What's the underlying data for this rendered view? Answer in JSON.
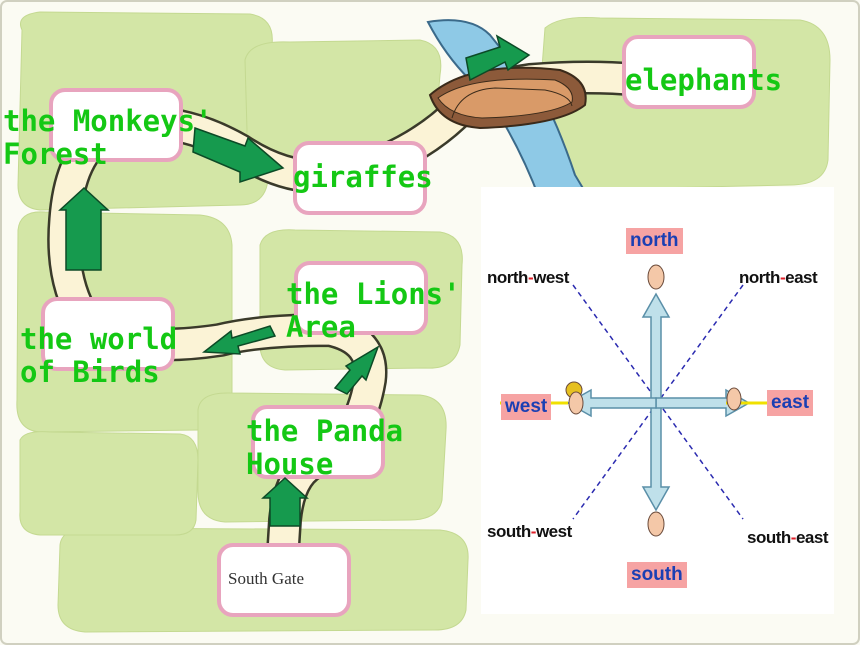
{
  "map": {
    "labels": {
      "monkeys_forest": "the Monkeys'\nForest",
      "giraffes": "giraffes",
      "elephants": "elephants",
      "lions_area": "the Lions'\nArea",
      "world_of_birds": "the world\nof Birds",
      "panda_house": "the Panda\nHouse",
      "south_gate": "South Gate"
    }
  },
  "compass": {
    "north": "north",
    "south": "south",
    "east": "east",
    "west": "west",
    "north_west": {
      "a": "north",
      "dash": "-",
      "b": "west"
    },
    "north_east": {
      "a": "north",
      "dash": "-",
      "b": "east"
    },
    "south_west": {
      "a": "south",
      "dash": "-",
      "b": "west"
    },
    "south_east": {
      "a": "south",
      "dash": "-",
      "b": "east"
    }
  },
  "colors": {
    "label_green": "#14c814",
    "arrow_green": "#169a4e",
    "grass": "#d3e6a6",
    "path": "#fbf3d6",
    "box_pink": "#f6a3a3",
    "box_text_blue": "#1b3fb3",
    "dash_red": "#e0202a"
  }
}
